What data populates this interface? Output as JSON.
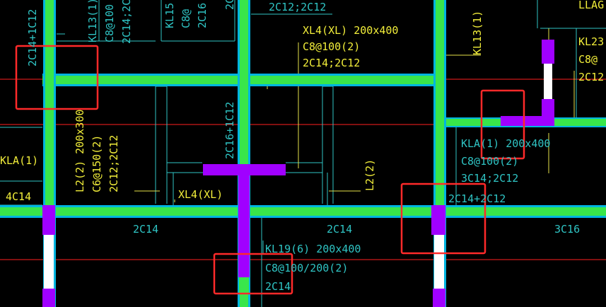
{
  "drawing": {
    "colors": {
      "background": "#000000",
      "beam": "#39e64a",
      "beam_edge": "#00b5e0",
      "column": "#a000ff",
      "axis": "#ff2020",
      "highlight_box": "#ff2a2a",
      "text_yellow": "#f2ee3a",
      "text_cyan": "#2fc4c4",
      "thin_line_cyan": "#2fc4c4",
      "thin_line_yellow": "#e6e24a"
    },
    "labels": {
      "top_2c12": "2C12;2C12",
      "top_2c": "2C",
      "top_kl15": "KL15",
      "top_c8": "C8@",
      "top_2c16": "2C16",
      "kl13_left": "KL13(1)",
      "kl13_left_c8": "C8@100",
      "kl13_left_2c14": "2C14;2C",
      "left_2c14_1c12": "2C14+1C12",
      "xl4_title": "XL4(XL) 200x400",
      "xl4_c8": "C8@100(2)",
      "xl4_2c14": "2C14;2C12",
      "kl13_right": "KL13(1)",
      "kl23": "KL23",
      "kl23_c8": "C8@",
      "kl23_2c12": "2C12",
      "llag": "LLAG",
      "l2_title": "L2(2) 200x300",
      "l2_c6": "C6@150(2)",
      "l2_2c12": "2C12;2C12",
      "kla_left": "KLA(1)",
      "left_4c14": "4C14",
      "mid_2c16_1c12": "2C16+1C12",
      "xl4_small": "XL4(XL)",
      "l2_right": "L2(2)",
      "kla_right": "KLA(1) 200x400",
      "kla_right_c8": "C8@100(2)",
      "kla_right_3c14": "3C14;2C12",
      "right_2c14_2c12": "2C14+2C12",
      "bottom_2c14_a": "2C14",
      "bottom_2c14_b": "2C14",
      "bottom_3c16": "3C16",
      "kl19_title": "KL19(6) 200x400",
      "kl19_c8": "C8@100/200(2)",
      "kl19_2c14": "2C14"
    }
  }
}
